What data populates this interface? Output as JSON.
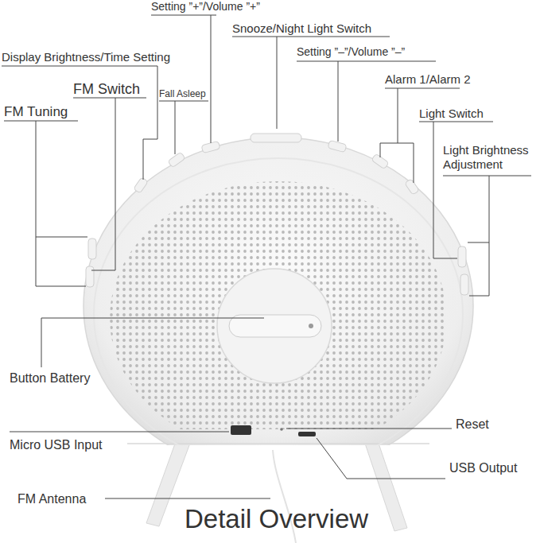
{
  "diagram": {
    "title": "Detail Overview",
    "labels": [
      "Setting ”+”/Volume ”+”",
      "Snooze/Night Light Switch",
      "Display Brightness/Time Setting",
      "Setting ”–”/Volume ”–”",
      "FM Switch",
      "Fall Asleep",
      "Alarm 1/Alarm 2",
      "FM Tuning",
      "Light Switch",
      "Light Brightness Adjustment",
      "Button Battery",
      "Reset",
      "Micro USB Input",
      "USB Output",
      "FM Antenna"
    ]
  }
}
